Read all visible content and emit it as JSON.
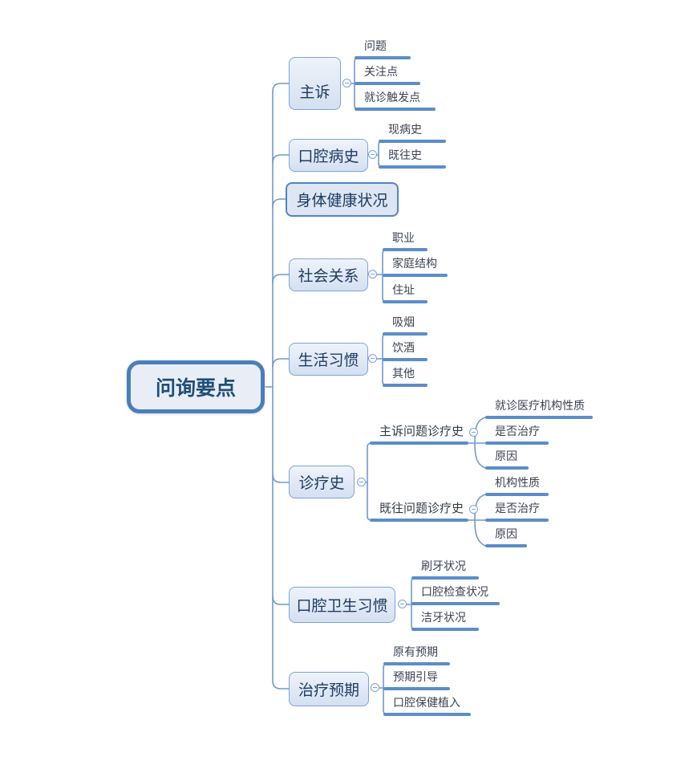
{
  "root": {
    "label": "问询要点"
  },
  "branches": [
    {
      "label": "主诉",
      "children": [
        {
          "label": "问题"
        },
        {
          "label": "关注点"
        },
        {
          "label": "就诊触发点"
        }
      ]
    },
    {
      "label": "口腔病史",
      "children": [
        {
          "label": "现病史"
        },
        {
          "label": "既往史"
        }
      ]
    },
    {
      "label": "身体健康状况",
      "children": []
    },
    {
      "label": "社会关系",
      "children": [
        {
          "label": "职业"
        },
        {
          "label": "家庭结构"
        },
        {
          "label": "住址"
        }
      ]
    },
    {
      "label": "生活习惯",
      "children": [
        {
          "label": "吸烟"
        },
        {
          "label": "饮酒"
        },
        {
          "label": "其他"
        }
      ]
    },
    {
      "label": "诊疗史",
      "children": [
        {
          "label": "主诉问题诊疗史",
          "children": [
            {
              "label": "就诊医疗机构性质"
            },
            {
              "label": "是否治疗"
            },
            {
              "label": "原因"
            }
          ]
        },
        {
          "label": "既往问题诊疗史",
          "children": [
            {
              "label": "机构性质"
            },
            {
              "label": "是否治疗"
            },
            {
              "label": "原因"
            }
          ]
        }
      ]
    },
    {
      "label": "口腔卫生习惯",
      "children": [
        {
          "label": "刷牙状况"
        },
        {
          "label": "口腔检查状况"
        },
        {
          "label": "洁牙状况"
        }
      ]
    },
    {
      "label": "治疗预期",
      "children": [
        {
          "label": "原有预期"
        },
        {
          "label": "预期引导"
        },
        {
          "label": "口腔保健植入"
        }
      ]
    }
  ],
  "colors": {
    "connector_line": "#6f99cd",
    "branch_bar": "#5b8dc9",
    "node_border": "#7da3d6",
    "highlight_border": "#4f86c6",
    "root_border": "#4a7ebb",
    "node_fill_top": "#eef3fb",
    "node_fill_bottom": "#d4e0f1",
    "root_fill": "#e9eef6",
    "node_text": "#1e3a63",
    "root_text": "#1f4e79",
    "leaf_text": "#3b4252",
    "background": "#ffffff"
  }
}
